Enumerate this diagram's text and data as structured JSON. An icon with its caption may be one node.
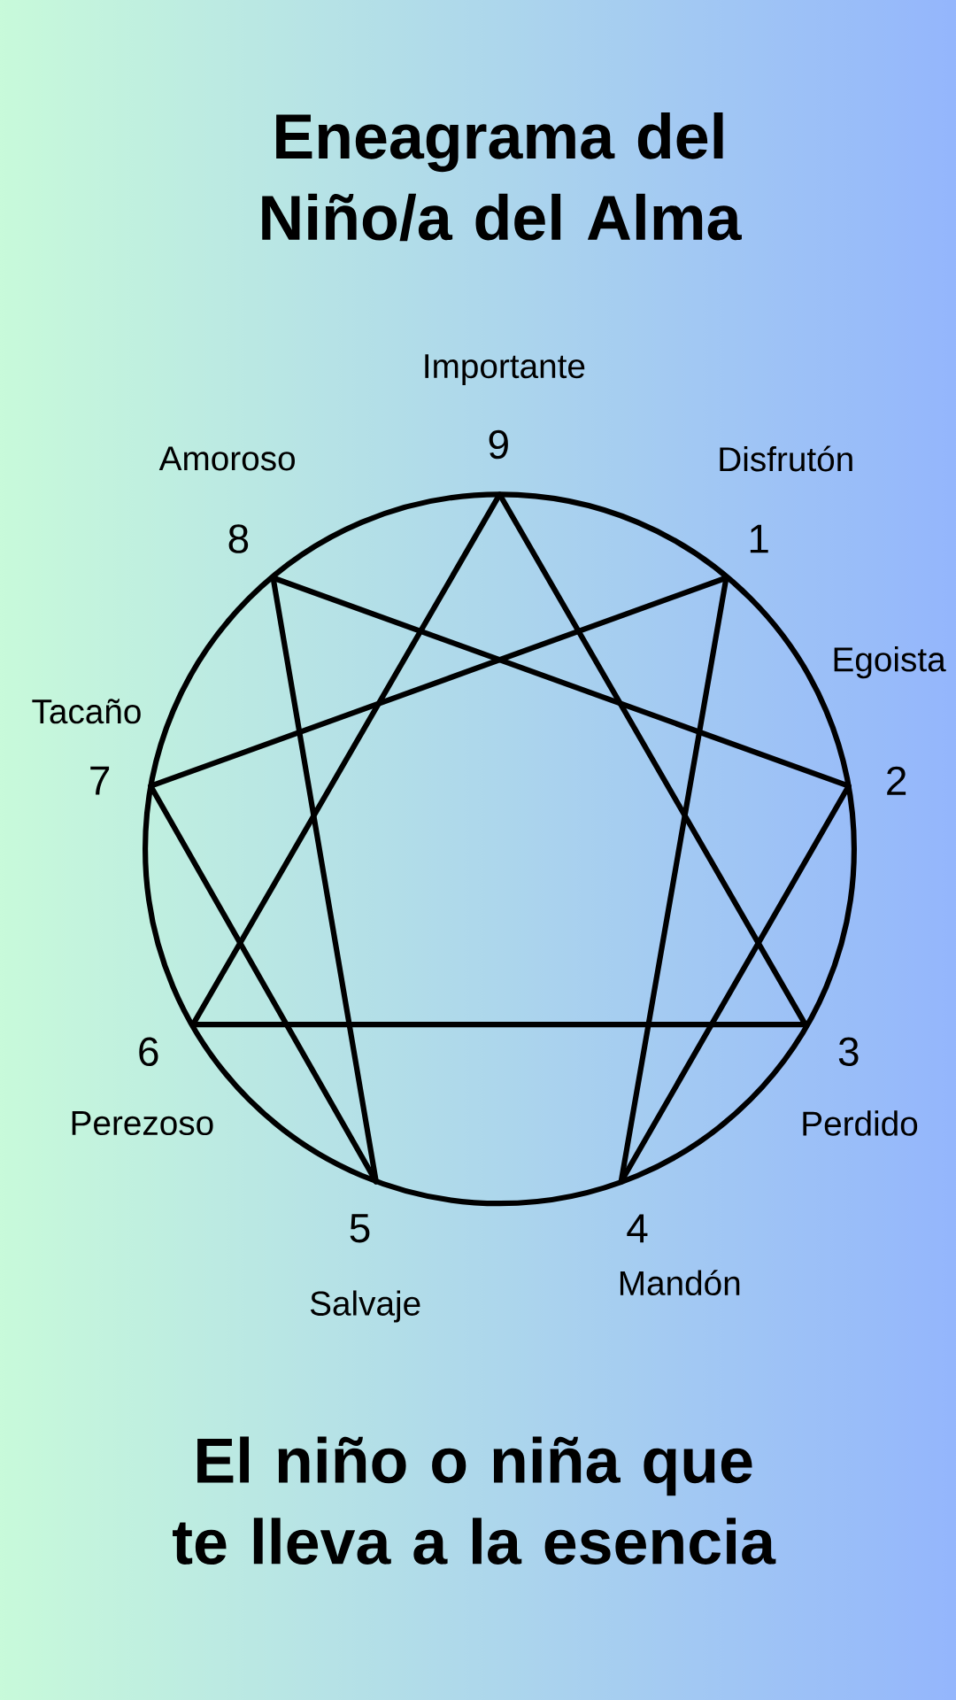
{
  "diagram": {
    "title": "Eneagrama del Niño/a del Alma",
    "caption": "El niño o niña que te lleva a la esencia",
    "nodes": [
      {
        "text": [
          "1"
        ],
        "beside": [
          "Disfrutón"
        ]
      },
      {
        "text": [
          "2"
        ],
        "beside": [
          "Egoista"
        ]
      },
      {
        "text": [
          "3"
        ],
        "beside": [
          "Perdido"
        ]
      },
      {
        "text": [
          "4"
        ],
        "beside": [
          "Mandón"
        ]
      },
      {
        "text": [
          "5"
        ],
        "beside": [
          "Salvaje"
        ]
      },
      {
        "text": [
          "6"
        ],
        "beside": [
          "Perezoso"
        ]
      },
      {
        "text": [
          "7"
        ],
        "beside": [
          "Tacaño"
        ]
      },
      {
        "text": [
          "8"
        ],
        "beside": [
          "Amoroso"
        ]
      },
      {
        "text": [
          "9"
        ],
        "beside": [
          "Importante"
        ]
      }
    ],
    "edges": [
      {
        "from": 8,
        "to": 2,
        "arrow": "none"
      },
      {
        "from": 2,
        "to": 5,
        "arrow": "none"
      },
      {
        "from": 5,
        "to": 8,
        "arrow": "none"
      },
      {
        "from": 0,
        "to": 3,
        "arrow": "none"
      },
      {
        "from": 3,
        "to": 1,
        "arrow": "none"
      },
      {
        "from": 1,
        "to": 7,
        "arrow": "none"
      },
      {
        "from": 7,
        "to": 4,
        "arrow": "none"
      },
      {
        "from": 4,
        "to": 6,
        "arrow": "none"
      },
      {
        "from": 6,
        "to": 0,
        "arrow": "none"
      }
    ]
  }
}
